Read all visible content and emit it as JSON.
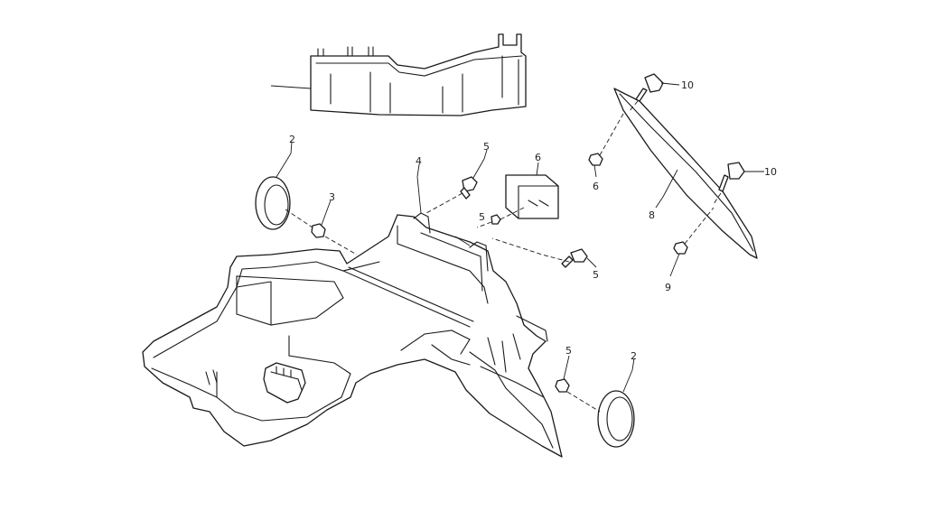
{
  "diagram": {
    "line_color": "#1a1a1a",
    "background": "#ffffff",
    "callouts": [
      {
        "id": "callout-2-top",
        "text": "2"
      },
      {
        "id": "callout-3",
        "text": "3"
      },
      {
        "id": "callout-4",
        "text": "4"
      },
      {
        "id": "callout-5-upper",
        "text": "5"
      },
      {
        "id": "callout-6",
        "text": "6"
      },
      {
        "id": "callout-5-right",
        "text": "5"
      },
      {
        "id": "callout-5-lower",
        "text": "5"
      },
      {
        "id": "callout-2-bottom",
        "text": "2"
      },
      {
        "id": "callout-5-bracket",
        "text": "5"
      },
      {
        "id": "callout-8",
        "text": "8"
      },
      {
        "id": "callout-9",
        "text": "9"
      },
      {
        "id": "callout-10-top",
        "text": "10"
      },
      {
        "id": "callout-10-mid",
        "text": "10"
      },
      {
        "id": "callout-6-small",
        "text": "6"
      }
    ]
  }
}
